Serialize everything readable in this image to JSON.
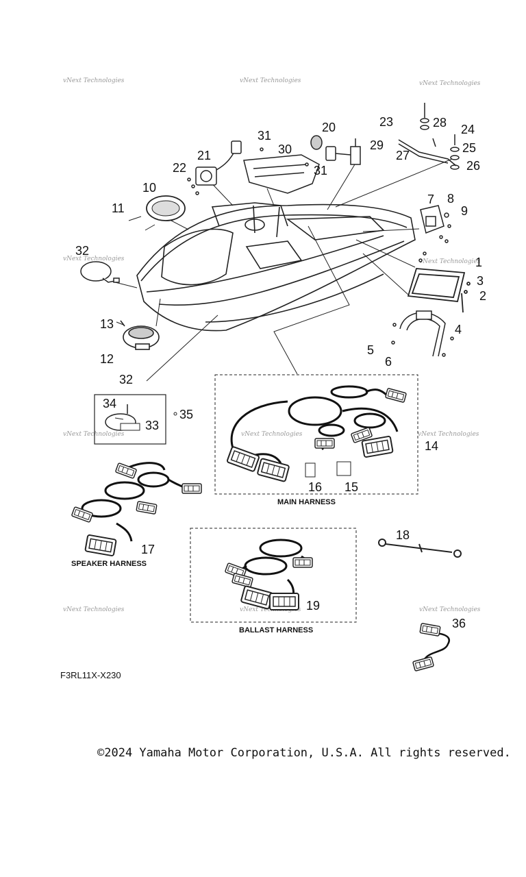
{
  "callouts": {
    "c1": "1",
    "c2": "2",
    "c3": "3",
    "c4": "4",
    "c5": "5",
    "c6": "6",
    "c7": "7",
    "c8": "8",
    "c9": "9",
    "c10": "10",
    "c11": "11",
    "c12": "12",
    "c13": "13",
    "c14": "14",
    "c15": "15",
    "c16": "16",
    "c17": "17",
    "c18": "18",
    "c19": "19",
    "c20": "20",
    "c21": "21",
    "c22": "22",
    "c23": "23",
    "c24": "24",
    "c25": "25",
    "c26": "26",
    "c27": "27",
    "c28": "28",
    "c29": "29",
    "c30": "30",
    "c31a": "31",
    "c31b": "31",
    "c32a": "32",
    "c32b": "32",
    "c33": "33",
    "c34": "34",
    "c35": "35",
    "c36": "36"
  },
  "captions": {
    "main": "MAIN HARNESS",
    "speaker": "SPEAKER HARNESS",
    "ballast": "BALLAST HARNESS"
  },
  "watermark": "vNext Technologies",
  "diagram_code": "F3RL11X-X230",
  "copyright": "©2024 Yamaha Motor Corporation, U.S.A. All rights reserved."
}
